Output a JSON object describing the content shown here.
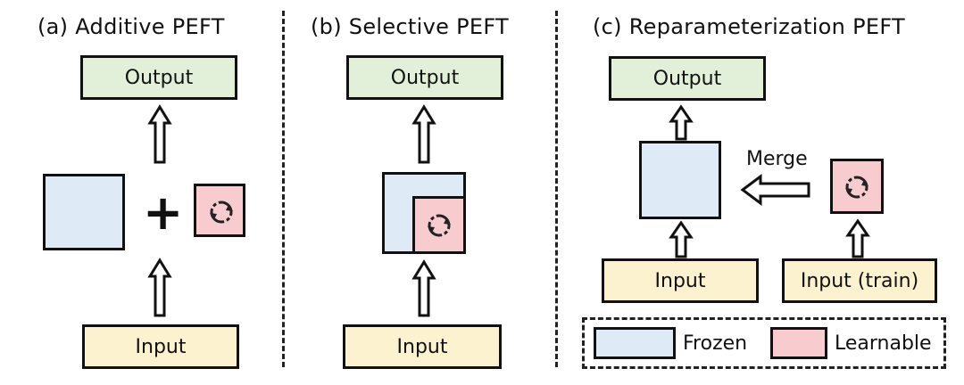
{
  "panels": {
    "additive": {
      "title": "(a) Additive PEFT",
      "output": "Output",
      "input": "Input",
      "plus": "+"
    },
    "selective": {
      "title": "(b) Selective PEFT",
      "output": "Output",
      "input": "Input"
    },
    "reparameterization": {
      "title": "(c) Reparameterization PEFT",
      "output": "Output",
      "input": "Input",
      "input_train": "Input (train)",
      "merge": "Merge"
    }
  },
  "legend": {
    "frozen": "Frozen",
    "learnable": "Learnable"
  },
  "colors": {
    "output": "#e2f0d9",
    "input": "#fdf2d0",
    "frozen": "#deebf7",
    "learnable": "#f8cbcf"
  },
  "icons": {
    "learnable": "cycle-icon",
    "flow": "hollow-arrow-icon"
  }
}
